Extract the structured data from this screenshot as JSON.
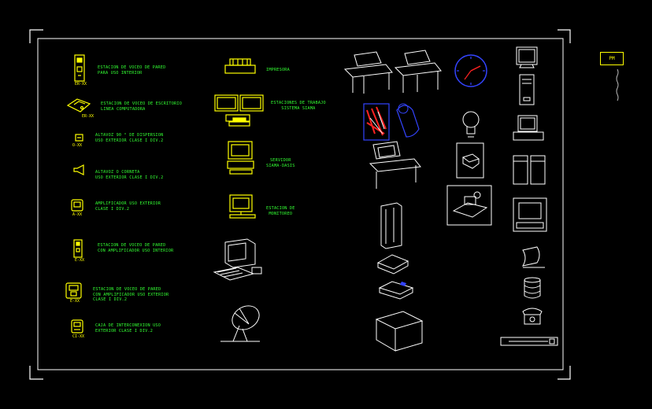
{
  "colors": {
    "background": "#000000",
    "frame": "#ffffff",
    "text": "#33ff33",
    "symbol": "#ffff00",
    "accent_blue": "#3344ff",
    "accent_red": "#ff2222"
  },
  "badge": {
    "label": "PM"
  },
  "legend": [
    {
      "tag": "ER-XX",
      "text": "ESTACION DE VOCEO DE PARED\nPARA USO INTERIOR"
    },
    {
      "tag": "ER-XX",
      "text": "ESTACION DE VOCEO DE ESCRITORIO\nLINEA COMPUTADORA"
    },
    {
      "tag": "O-XX",
      "text": "ALTAVOZ 90 ° DE DISPERSION\nUSO EXTERIOR CLASE I DIV.2"
    },
    {
      "tag": "",
      "text": "ALTAVOZ O CORNETA\nUSO EXTERIOR CLASE I DIV.2"
    },
    {
      "tag": "A-XX",
      "text": "AMPLIFICADOR USO EXTERIOR\nCLASE I DIV.2"
    },
    {
      "tag": "E-XX",
      "text": "ESTACION DE VOCEO DE PARED\nCON AMPLIFICADOR USO INTERIOR"
    },
    {
      "tag": "E-XX",
      "text": "ESTACION DE VOCEO DE PARED\nCON AMPLIFICADOR USO EXTERIOR\nCLASE I DIV.2"
    },
    {
      "tag": "CI-XX",
      "text": "CAJA DE INTERCONEXION USO\nEXTERIOR CLASE I DIV.2"
    }
  ],
  "equipment": [
    {
      "text": "IMPRESORA"
    },
    {
      "text": "ESTACIONES DE TRABAJO\nSISTEMA SIAMA"
    },
    {
      "text": "SERVIDOR\nSIAMA-DASIS"
    },
    {
      "text": "ESTACION DE\nMONITOREO"
    }
  ]
}
